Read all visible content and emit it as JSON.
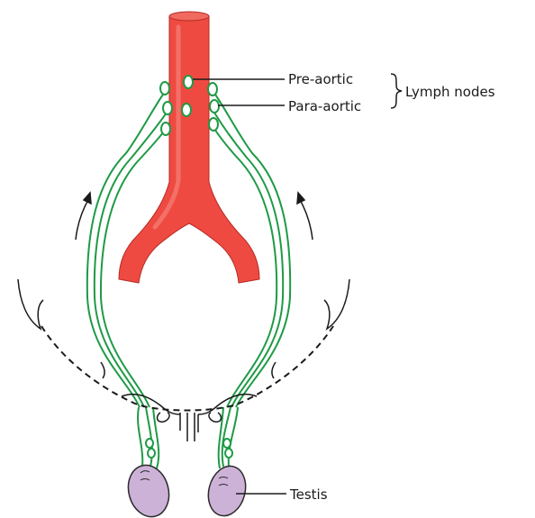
{
  "labels": {
    "pre_aortic": "Pre-aortic",
    "para_aortic": "Para-aortic",
    "lymph_nodes": "Lymph nodes",
    "testis": "Testis"
  },
  "colors": {
    "aorta_fill": "#ef4a41",
    "aorta_highlight": "#f58a80",
    "aorta_stroke": "#b52b25",
    "lymph_vessel": "#1e9a45",
    "testis_fill": "#cdb2d8",
    "testis_stroke": "#2a2a2a",
    "outline": "#1a1a1a"
  }
}
